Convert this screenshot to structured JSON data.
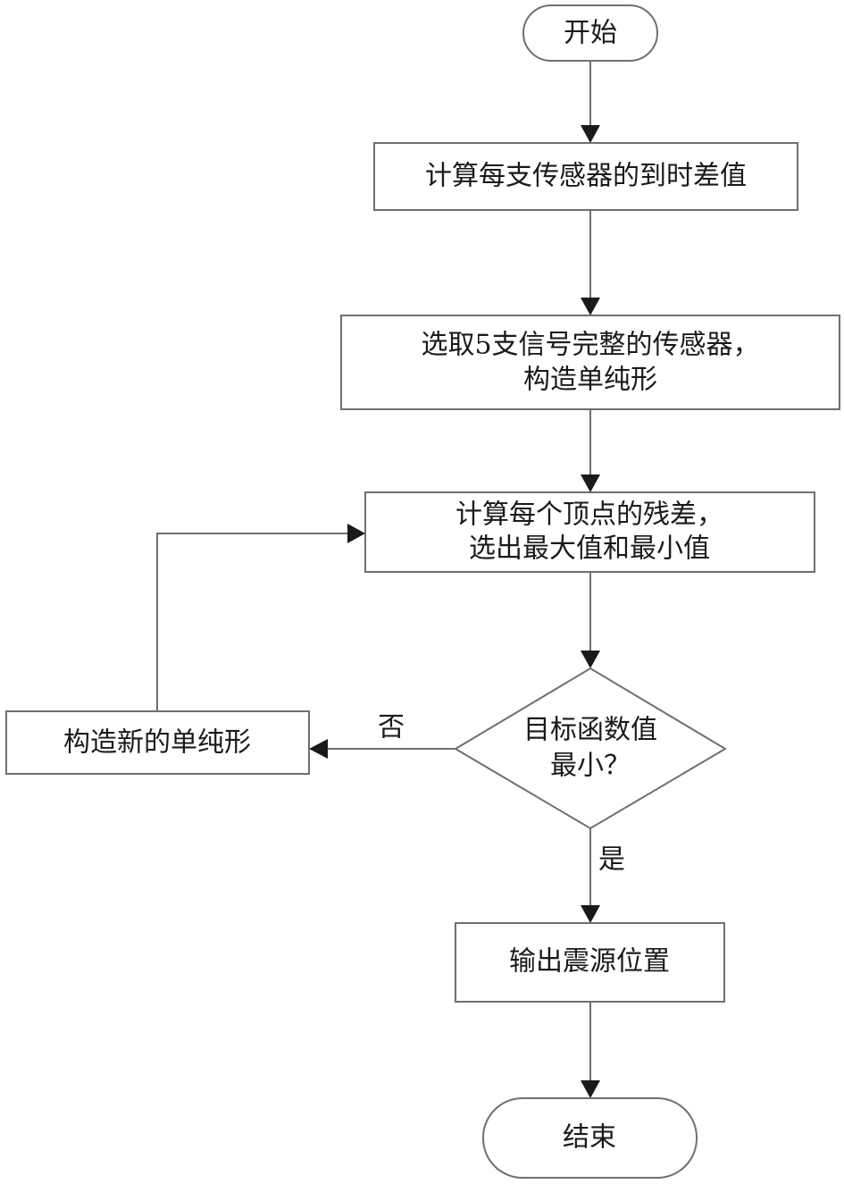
{
  "flowchart": {
    "start": "开始",
    "step1": "计算每支传感器的到时差值",
    "step2": {
      "line1": "选取5支信号完整的传感器，",
      "line2": "构造单纯形"
    },
    "step3": {
      "line1": "计算每个顶点的残差，",
      "line2": "选出最大值和最小值"
    },
    "decision": {
      "line1": "目标函数值",
      "line2": "最小？"
    },
    "no_branch": {
      "label": "否",
      "box": "构造新的单纯形"
    },
    "yes_label": "是",
    "output": "输出震源位置",
    "end": "结束"
  }
}
